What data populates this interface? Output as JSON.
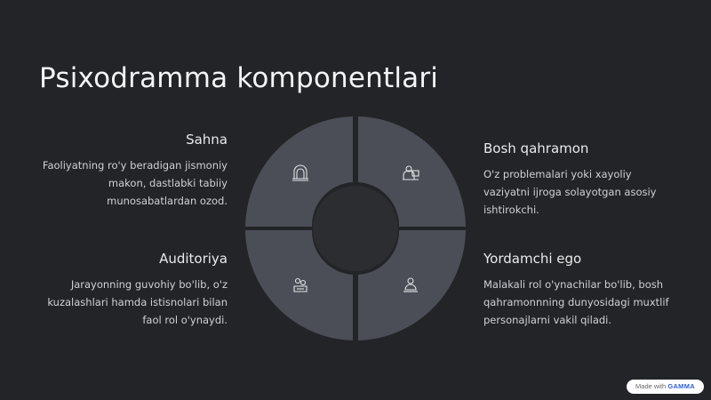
{
  "title": "Psixodramma komponentlari",
  "segments": [
    {
      "key": "sahna",
      "title": "Sahna",
      "text": "Faoliyatning ro'y beradigan jismoniy makon, dastlabki tabiiy munosabatlardan ozod.",
      "icon": "stage-icon"
    },
    {
      "key": "bosh",
      "title": "Bosh qahramon",
      "text": "O'z problemalari yoki xayoliy vaziyatni ijroga solayotgan asosiy ishtirokchi.",
      "icon": "person-laptop-icon"
    },
    {
      "key": "auditoriya",
      "title": "Auditoriya",
      "text": "Jarayonning guvohiy bo'lib, o'z kuzalashlari hamda istisnolari bilan faol rol o'ynaydi.",
      "icon": "audience-icon"
    },
    {
      "key": "yordamchi",
      "title": "Yordamchi ego",
      "text": "Malakali rol o'ynachilar bo'lib, bosh qahramonnning dunyosidagi muxtlif personajlarni vakil qiladi.",
      "icon": "helper-icon"
    }
  ],
  "colors": {
    "background": "#222427",
    "segment": "#4b4e56",
    "center": "#2b2d31"
  },
  "badge": {
    "prefix": "Made with ",
    "brand": "GAMMA"
  }
}
